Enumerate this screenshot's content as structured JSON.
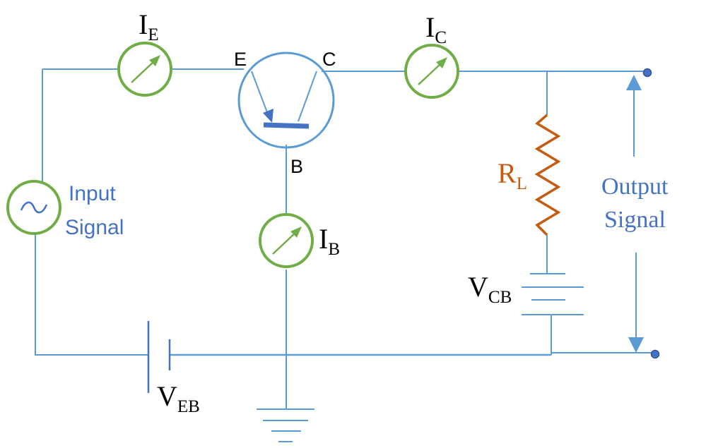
{
  "labels": {
    "emitter_current": {
      "main": "I",
      "sub": "E"
    },
    "collector_current": {
      "main": "I",
      "sub": "C"
    },
    "base_current": {
      "main": "I",
      "sub": "B"
    },
    "load_resistor": {
      "main": "R",
      "sub": "L"
    },
    "collector_base_voltage": {
      "main": "V",
      "sub": "CB"
    },
    "emitter_base_voltage": {
      "main": "V",
      "sub": "EB"
    },
    "emitter_terminal": "E",
    "collector_terminal": "C",
    "base_terminal": "B",
    "input_signal": [
      "Input",
      "Signal"
    ],
    "output_signal": [
      "Output",
      "Signal"
    ]
  },
  "colors": {
    "wire": "#5b9bd5",
    "meter": "#70ad47",
    "resistor": "#c55a11",
    "label_blue": "#4472c4",
    "text": "#000000"
  },
  "icons": {
    "meter": "ammeter-icon",
    "source": "ac-source-icon",
    "transistor": "pnp-transistor-icon",
    "ground": "ground-icon",
    "battery": "battery-icon",
    "resistor": "resistor-icon"
  }
}
